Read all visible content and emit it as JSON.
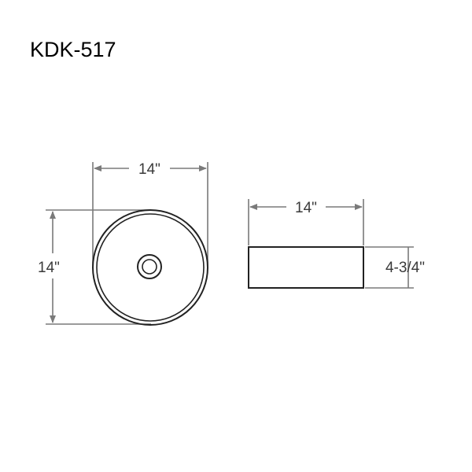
{
  "title": "KDK-517",
  "top_view": {
    "width_label": "14\"",
    "depth_label": "14\""
  },
  "side_view": {
    "width_label": "14\"",
    "height_label": "4-3/4\""
  },
  "colors": {
    "outline": "#222222",
    "dimension": "#7a7a7a",
    "text": "#3a3a3a"
  }
}
